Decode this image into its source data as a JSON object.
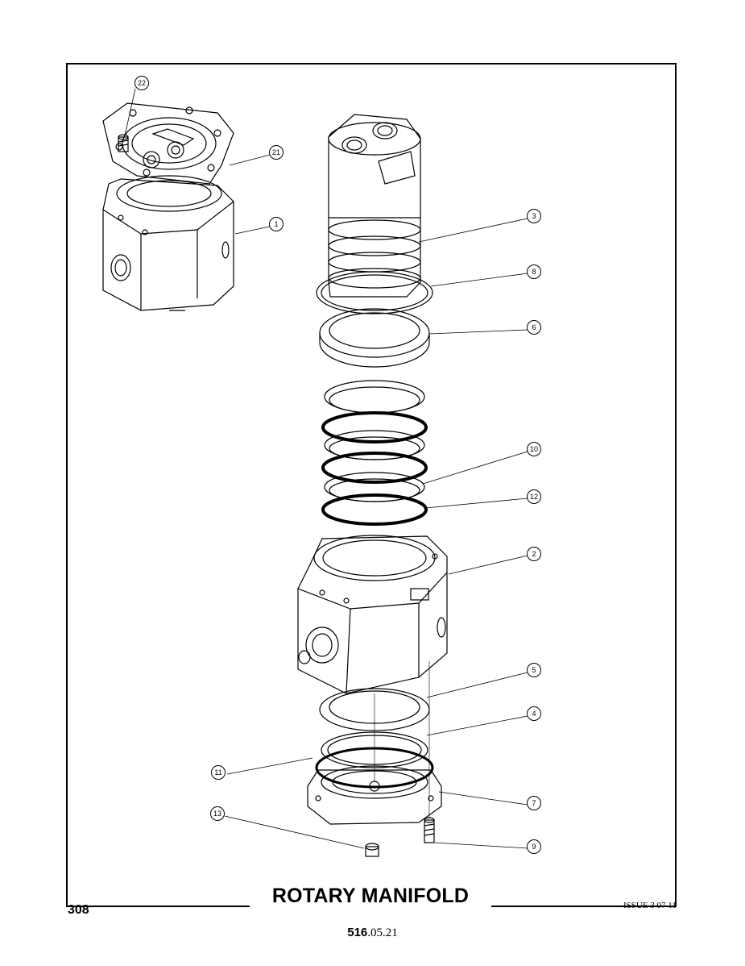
{
  "page": {
    "title": "ROTARY MANIFOLD",
    "page_number": "308",
    "issue": "ISSUE 3 07 11",
    "doc_code_bold": "516",
    "doc_code_rest": ".05.21"
  },
  "callouts": [
    "22",
    "21",
    "1",
    "3",
    "8",
    "6",
    "10",
    "12",
    "2",
    "5",
    "4",
    "11",
    "7",
    "13",
    "9"
  ]
}
